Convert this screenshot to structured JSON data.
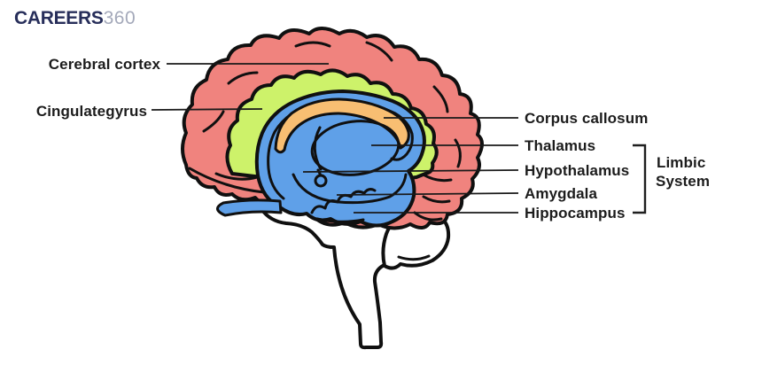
{
  "logo": {
    "brand": "CAREERS",
    "suffix": "360"
  },
  "labels": {
    "cerebral_cortex": "Cerebral cortex",
    "cingulate_gyrus": "Cingulategyrus",
    "corpus_callosum": "Corpus callosum",
    "thalamus": "Thalamus",
    "hypothalamus": "Hypothalamus",
    "amygdala": "Amygdala",
    "hippocampus": "Hippocampus",
    "group_line1": "Limbic",
    "group_line2": "System"
  },
  "colors": {
    "cortex_red": "#F0837E",
    "cingulate_green": "#CDF26A",
    "callosum_orange": "#F8BE72",
    "limbic_blue": "#5FA0E8",
    "white_matter": "#FFFFFF",
    "logo_navy": "#272E5A",
    "logo_gray": "#A4A9BA"
  }
}
